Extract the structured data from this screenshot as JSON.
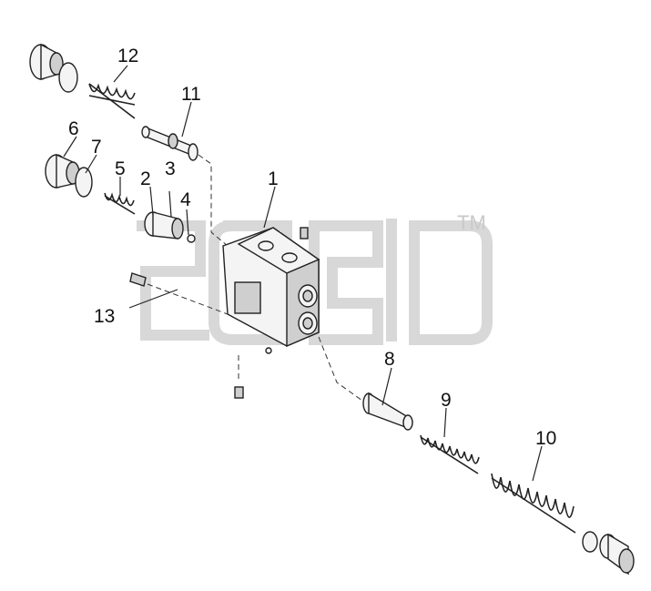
{
  "diagram": {
    "watermark_mark": "TM",
    "callouts": [
      "1",
      "2",
      "3",
      "4",
      "5",
      "6",
      "7",
      "8",
      "9",
      "10",
      "11",
      "12",
      "13"
    ]
  }
}
